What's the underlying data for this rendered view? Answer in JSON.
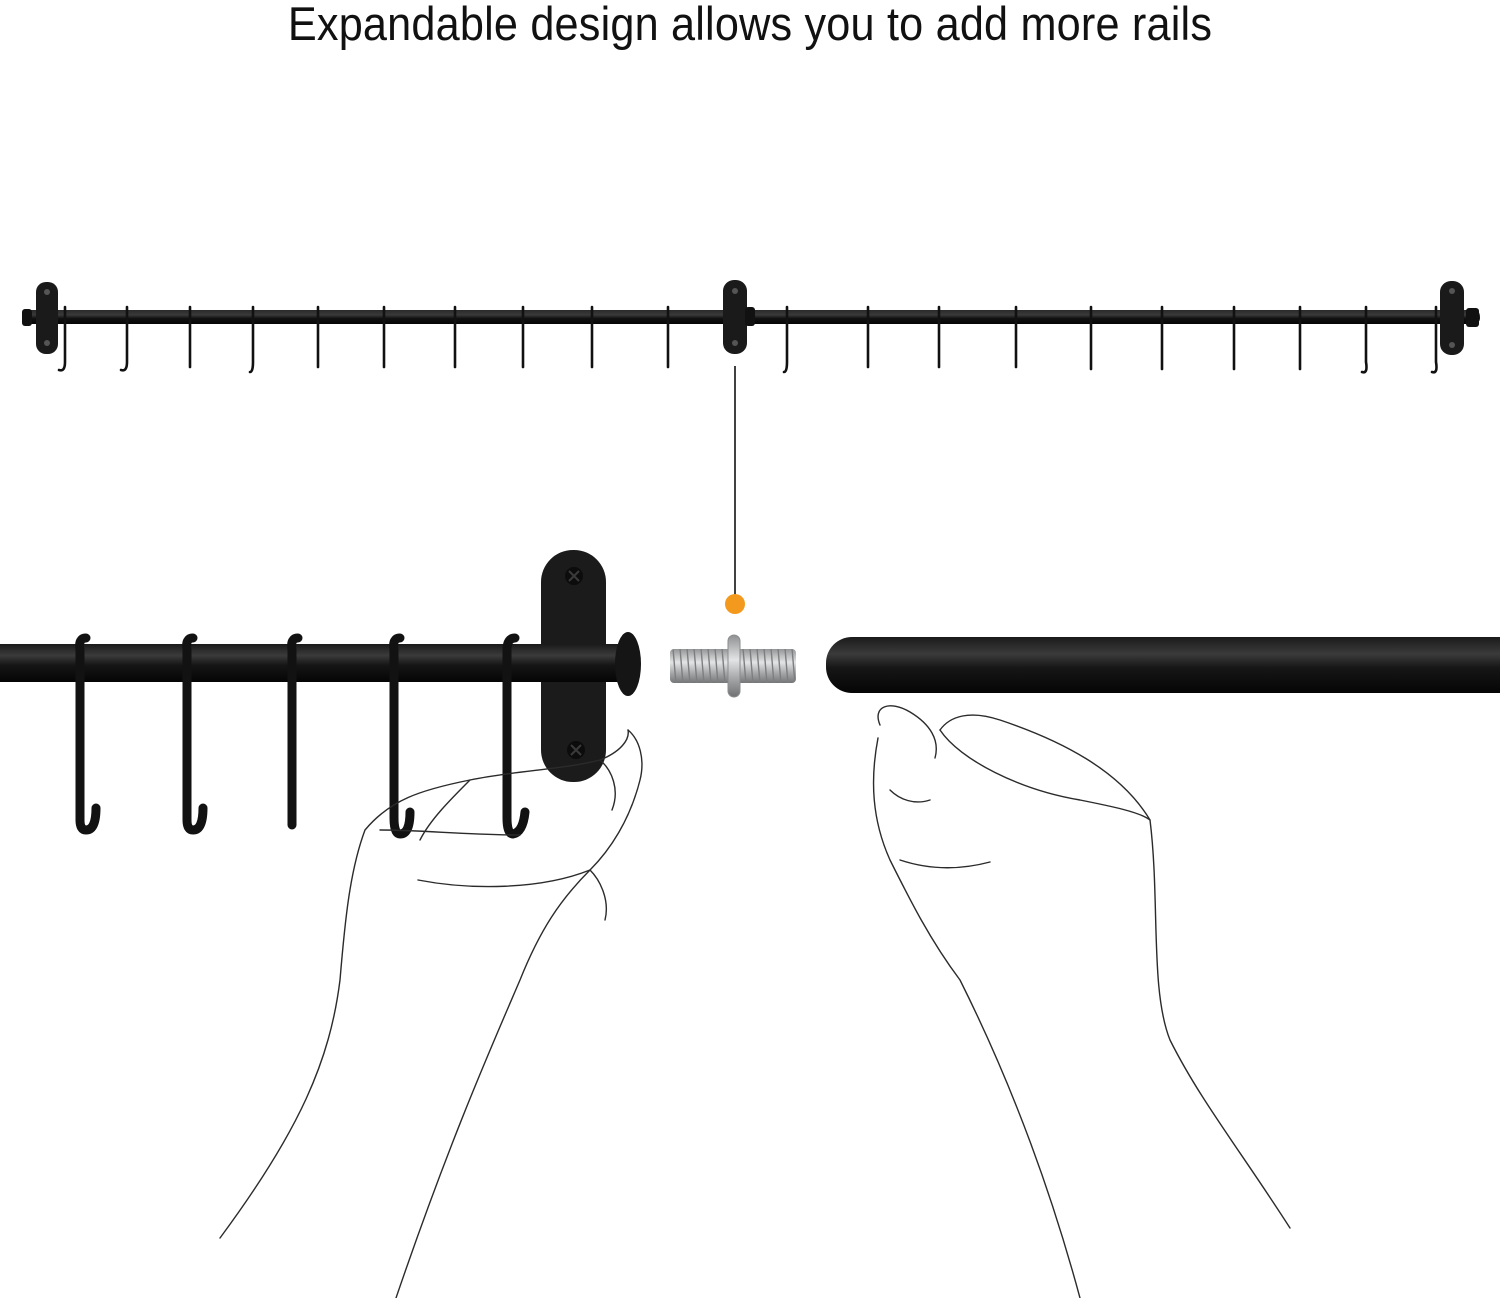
{
  "caption": "Expandable design allows you to add more rails",
  "colors": {
    "rail": "#151515",
    "connector_dot": "#f39a1e",
    "screw": "#b9bbbd",
    "outline": "#333333"
  },
  "scene": {
    "top_rail": {
      "brackets": 3,
      "hooks_left_segment": 10,
      "hooks_right_segment": 10
    },
    "detail": {
      "left_rail_hooks": 5,
      "connector": "threaded-double-end-screw",
      "indicator": "orange-dot-callout"
    }
  }
}
